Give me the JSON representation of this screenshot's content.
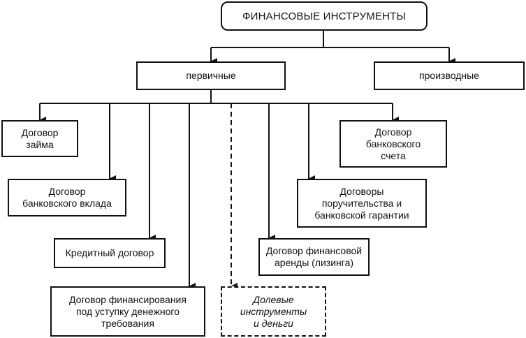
{
  "root": {
    "label": "ФИНАНСОВЫЕ ИНСТРУМЕНТЫ"
  },
  "categories": {
    "primary": "первичные",
    "derivative": "производные"
  },
  "instruments": {
    "loan": "Договор\nзайма",
    "deposit": "Договор\nбанковского вклада",
    "credit": "Кредитный договор",
    "factoring": "Договор финансирования\nпод уступку денежного\nтребования",
    "equity": "Долевые\nинструменты\nи деньги",
    "leasing": "Договор финансовой\nаренды (лизинга)",
    "guarantee": "Договоры\nпоручительства и\nбанковской гарантии",
    "account": "Договор\nбанковского\nсчета"
  }
}
